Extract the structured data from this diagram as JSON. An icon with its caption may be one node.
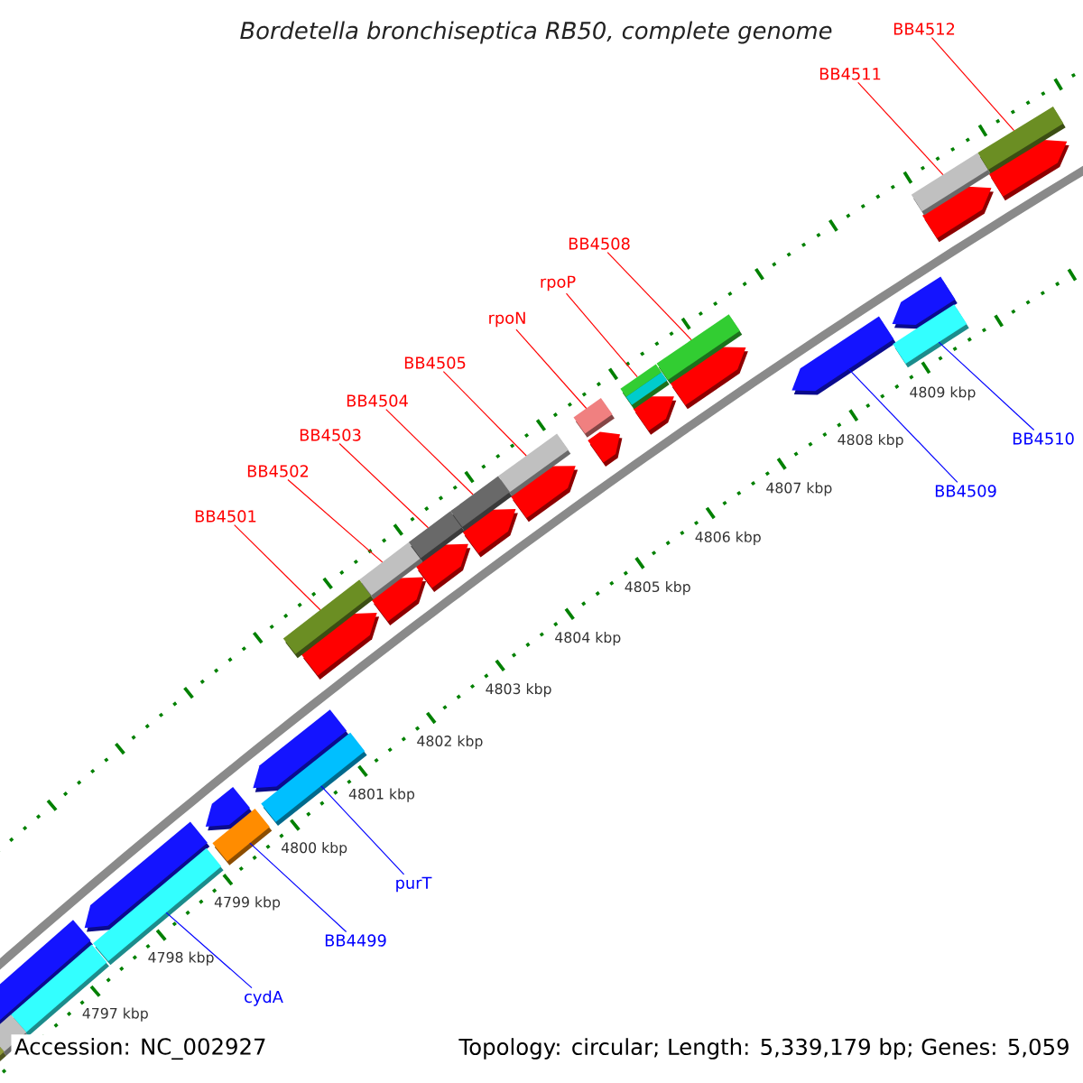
{
  "diagram": {
    "title": "Bordetella bronchiseptica RB50, complete genome",
    "nodes": [
      {
        "text": [
          "BB4512"
        ]
      },
      {
        "text": [
          "BB4511"
        ]
      },
      {
        "text": [
          "BB4508"
        ]
      },
      {
        "text": [
          "rpoP"
        ]
      },
      {
        "text": [
          "rpoN"
        ]
      },
      {
        "text": [
          "BB4505"
        ]
      },
      {
        "text": [
          "BB4504"
        ]
      },
      {
        "text": [
          "BB4503"
        ]
      },
      {
        "text": [
          "BB4502"
        ]
      },
      {
        "text": [
          "BB4501"
        ]
      },
      {
        "text": [
          "BB4510"
        ]
      },
      {
        "text": [
          "BB4509"
        ]
      },
      {
        "text": [
          "purT"
        ]
      },
      {
        "text": [
          "BB4499"
        ]
      },
      {
        "text": [
          "cydA"
        ]
      },
      {
        "text": [],
        "shape": "box"
      },
      {
        "text": [],
        "shape": "box"
      },
      {
        "text": [],
        "shape": "box"
      },
      {
        "text": [],
        "shape": "box"
      },
      {
        "text": [],
        "shape": "box"
      },
      {
        "text": [],
        "shape": "box"
      },
      {
        "text": [],
        "shape": "box"
      },
      {
        "text": [],
        "shape": "box"
      },
      {
        "text": [],
        "shape": "box"
      },
      {
        "text": [],
        "shape": "box"
      },
      {
        "text": [],
        "shape": "box"
      },
      {
        "text": [],
        "shape": "arrow"
      },
      {
        "text": [],
        "shape": "box"
      },
      {
        "text": [],
        "shape": "box"
      },
      {
        "text": [],
        "shape": "box"
      }
    ],
    "edges": [
      {
        "from": 0,
        "to": 29,
        "arrow": "none"
      },
      {
        "from": 1,
        "to": 28,
        "arrow": "none"
      },
      {
        "from": 2,
        "to": 25,
        "arrow": "none"
      },
      {
        "from": 3,
        "to": 24,
        "arrow": "none"
      },
      {
        "from": 4,
        "to": 23,
        "arrow": "none"
      },
      {
        "from": 5,
        "to": 22,
        "arrow": "none"
      },
      {
        "from": 6,
        "to": 21,
        "arrow": "none"
      },
      {
        "from": 7,
        "to": 20,
        "arrow": "none"
      },
      {
        "from": 8,
        "to": 19,
        "arrow": "none"
      },
      {
        "from": 9,
        "to": 18,
        "arrow": "none"
      },
      {
        "from": 10,
        "to": 27,
        "arrow": "none",
        "color": "#0000ff"
      },
      {
        "from": 11,
        "to": 26,
        "arrow": "none",
        "color": "#0000ff"
      },
      {
        "from": 12,
        "to": 17,
        "arrow": "none",
        "color": "#0000ff"
      },
      {
        "from": 13,
        "to": 16,
        "arrow": "none",
        "color": "#0000ff"
      },
      {
        "from": 14,
        "to": 15,
        "arrow": "none",
        "color": "#0000ff"
      }
    ],
    "labels": [
      "4809 kbp",
      "4808 kbp",
      "4807 kbp",
      "4806 kbp",
      "4805 kbp",
      "4804 kbp",
      "4803 kbp",
      "4802 kbp",
      "4801 kbp",
      "4800 kbp",
      "4799 kbp",
      "4798 kbp",
      "4797 kbp",
      "Accession: NC_002927",
      "Topology: circular; Length: 5,339,179 bp; Genes: 5,059"
    ]
  }
}
